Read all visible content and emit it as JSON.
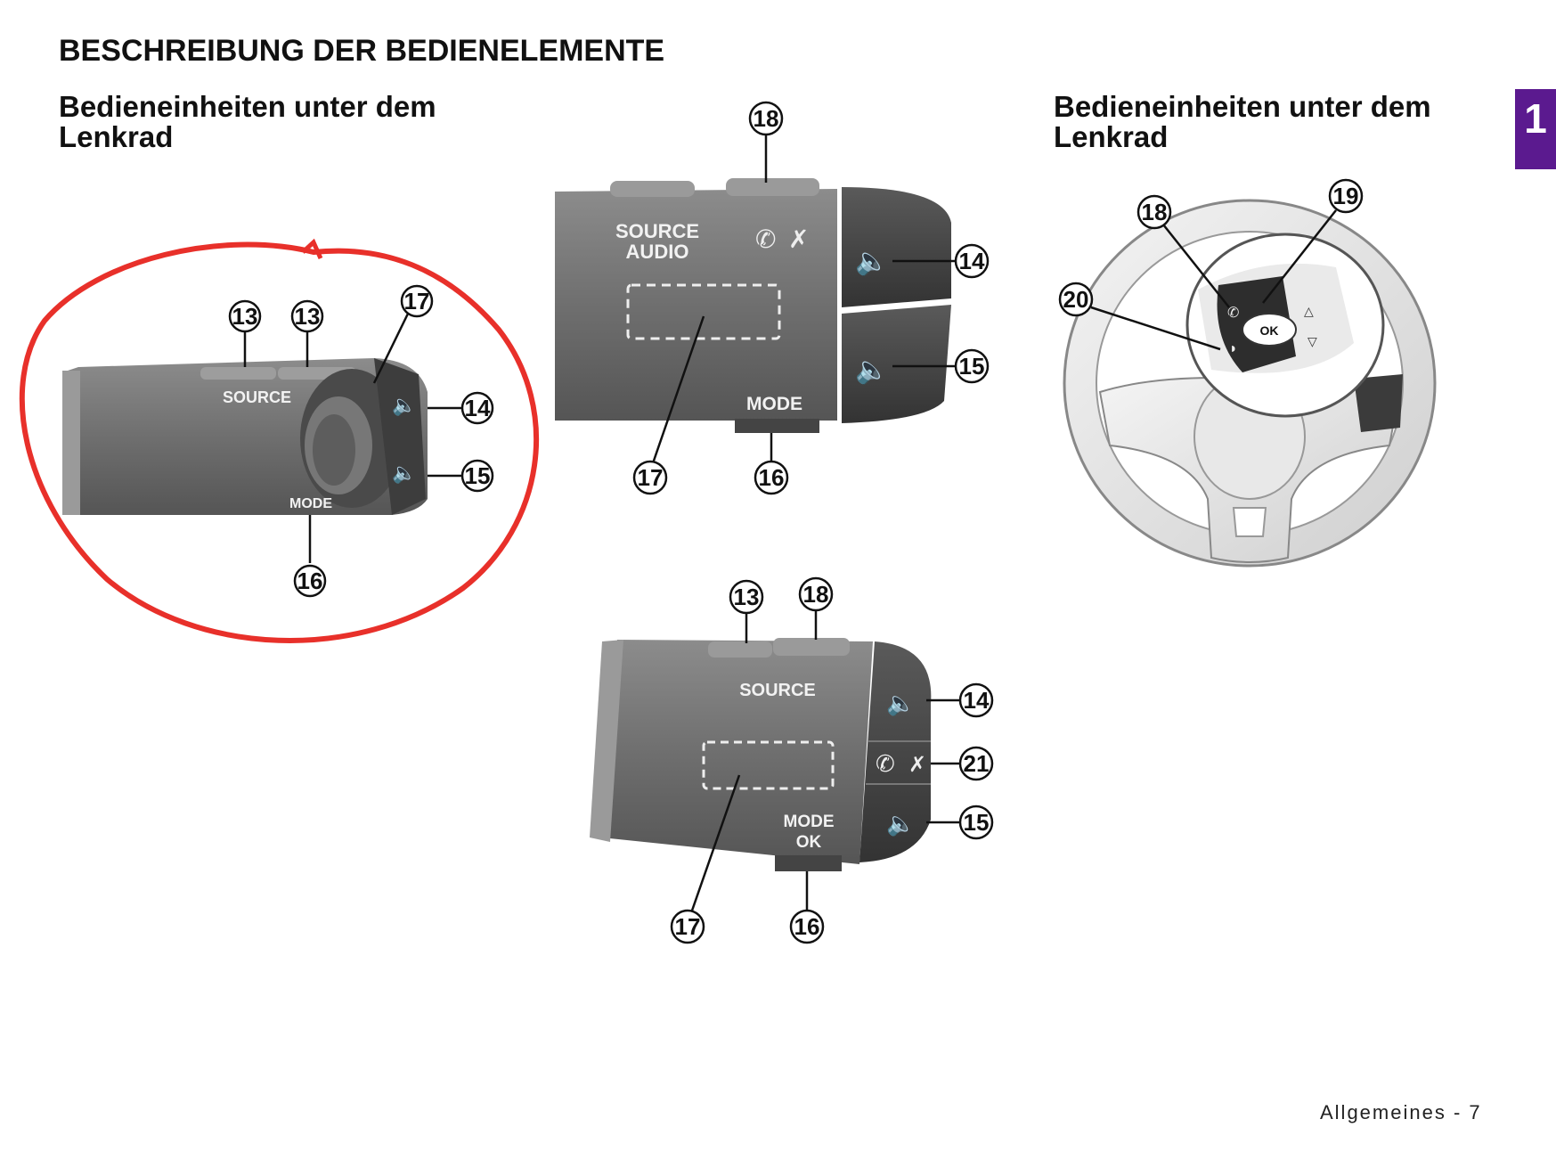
{
  "page": {
    "title": "BESCHREIBUNG DER BEDIENELEMENTE",
    "subtitle_left": "Bedieneinheiten unter dem Lenkrad",
    "subtitle_right": "Bedieneinheiten unter dem Lenkrad",
    "chapter_number": "1",
    "footer": "Allgemeines - 7"
  },
  "figure_a": {
    "labels": {
      "source": "SOURCE",
      "mode": "MODE"
    },
    "callouts": [
      "13",
      "13",
      "17",
      "14",
      "15",
      "16"
    ]
  },
  "figure_b": {
    "labels": {
      "source": "SOURCE",
      "audio": "AUDIO",
      "mode": "MODE"
    },
    "callouts": [
      "18",
      "14",
      "15",
      "17",
      "16"
    ]
  },
  "figure_c": {
    "labels": {
      "source": "SOURCE",
      "mode": "MODE",
      "ok": "OK"
    },
    "callouts": [
      "13",
      "18",
      "14",
      "21",
      "15",
      "17",
      "16"
    ]
  },
  "figure_d": {
    "labels": {
      "ok": "OK"
    },
    "callouts": [
      "18",
      "19",
      "20"
    ]
  },
  "colors": {
    "accent": "#5b1a8f",
    "highlight": "#e8302a"
  }
}
